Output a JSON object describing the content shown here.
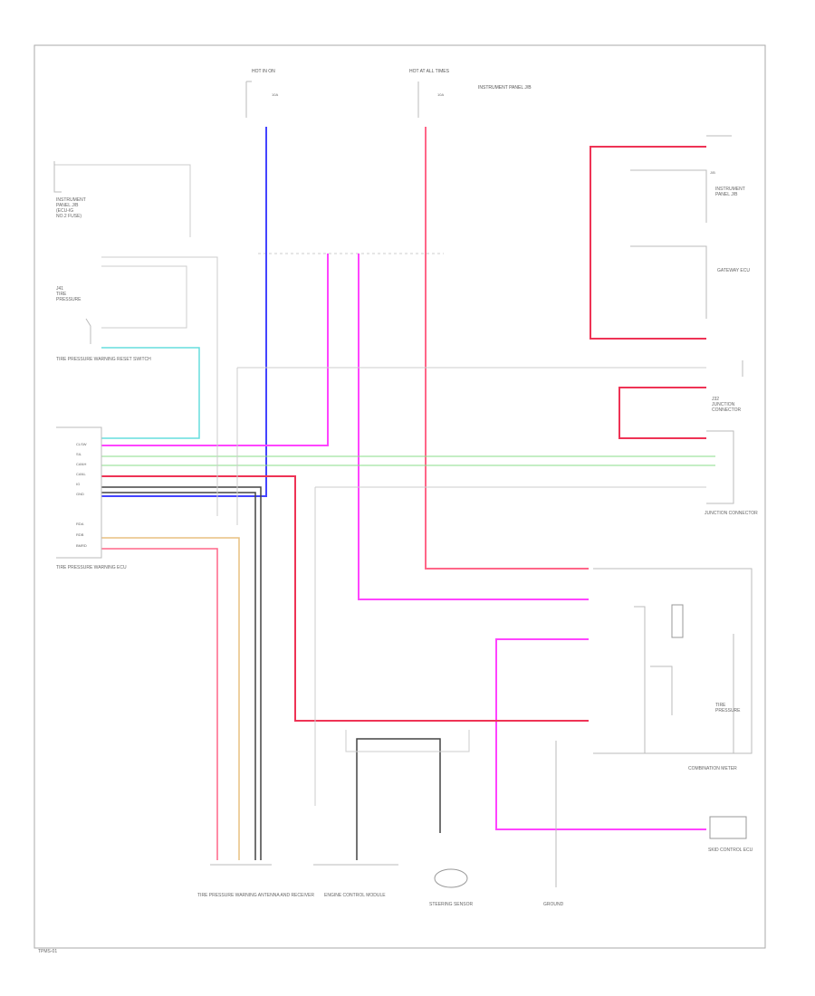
{
  "diagram": {
    "page_number": "TPMS-01",
    "wire_colors": {
      "blue": "#4444ff",
      "pink": "#ff88ff",
      "magenta": "#ff44ff",
      "red": "#ee3355",
      "light_red": "#ff6688",
      "cyan": "#66dddd",
      "green": "#88dd88",
      "black": "#444444",
      "tan": "#e8c080",
      "orange": "#f0a060",
      "light_gray": "#cccccc"
    },
    "components": {
      "fuse_left": "HOT IN ON",
      "fuse_right": "HOT AT ALL TIMES",
      "instrument_panel_jb": "INSTRUMENT PANEL J/B",
      "tire_pressure_warning_ecu": "TIRE PRESSURE WARNING ECU",
      "tire_pressure_warning_reset_switch": "TIRE PRESSURE WARNING RESET SWITCH",
      "combination_meter": "COMBINATION METER",
      "tire_pressure_warning_antenna": "TIRE PRESSURE WARNING ANTENNA AND RECEIVER",
      "engine_control_module": "ENGINE CONTROL MODULE",
      "steering_sensor": "STEERING SENSOR",
      "skid_control_ecu": "SKID CONTROL ECU",
      "gateway_ecu": "GATEWAY ECU",
      "junction_connector": "JUNCTION CONNECTOR"
    }
  }
}
